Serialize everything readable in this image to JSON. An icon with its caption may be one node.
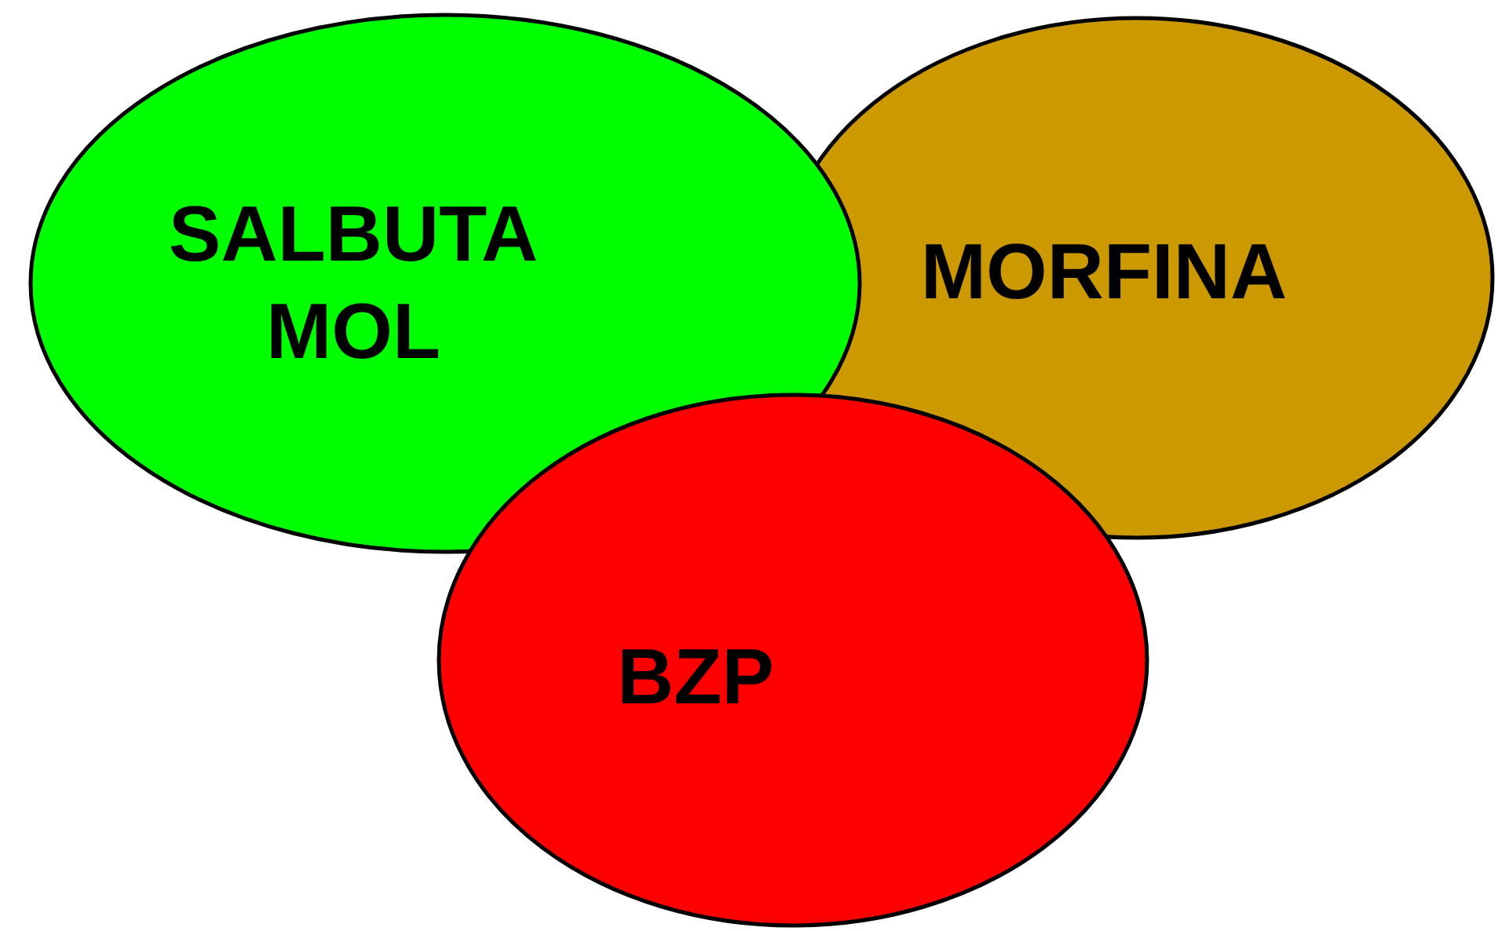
{
  "diagram": {
    "nodes": [
      {
        "text": [
          "SALBUTA MOL"
        ]
      },
      {
        "text": [
          "MORFINA"
        ]
      },
      {
        "text": [
          "BZP"
        ]
      }
    ]
  }
}
